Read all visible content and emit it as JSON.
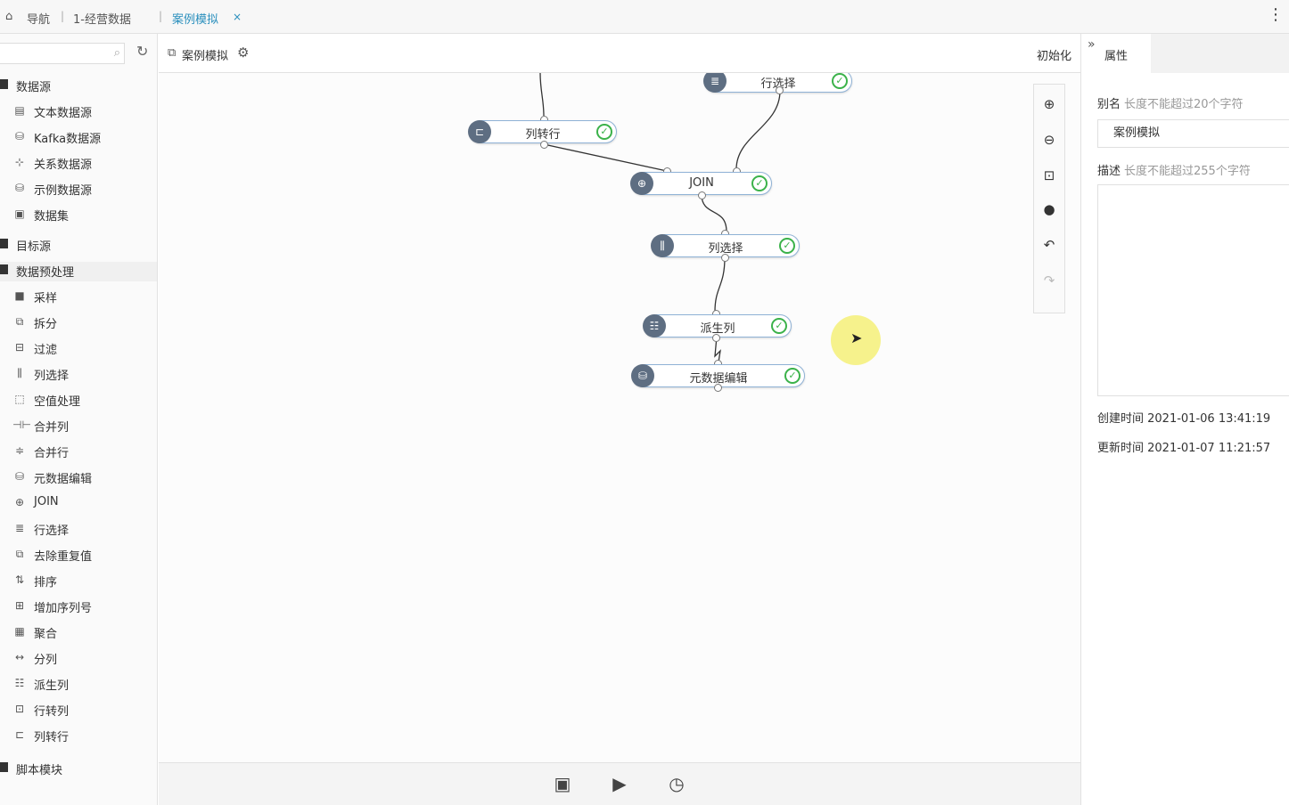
{
  "topbar": {
    "home_label": "导航",
    "crumb": "1-经营数据",
    "tab_label": "案例模拟",
    "close": "×",
    "more": "⋮"
  },
  "sidebar": {
    "search_placeholder": "",
    "groups": {
      "datasource": "数据源",
      "target": "目标源",
      "preprocess": "数据预处理",
      "script": "脚本模块"
    },
    "datasource_items": [
      "文本数据源",
      "Kafka数据源",
      "关系数据源",
      "示例数据源",
      "数据集"
    ],
    "preprocess_items": [
      "采样",
      "拆分",
      "过滤",
      "列选择",
      "空值处理",
      "合并列",
      "合并行",
      "元数据编辑",
      "JOIN",
      "行选择",
      "去除重复值",
      "排序",
      "增加序列号",
      "聚合",
      "分列",
      "派生列",
      "行转列",
      "列转行"
    ]
  },
  "canvas_header": {
    "title": "案例模拟",
    "init_label": "初始化"
  },
  "flow": {
    "nodes": {
      "row_select": "行选择",
      "col_to_row": "列转行",
      "join": "JOIN",
      "col_select": "列选择",
      "derived_col": "派生列",
      "meta_edit": "元数据编辑"
    }
  },
  "panel": {
    "tab_label": "属性",
    "alias_label": "别名",
    "alias_hint": "长度不能超过20个字符",
    "alias_value": "案例模拟",
    "desc_label": "描述",
    "desc_hint": "长度不能超过255个字符",
    "created": "创建时间 2021-01-06 13:41:19",
    "updated": "更新时间 2021-01-07 11:21:57"
  }
}
